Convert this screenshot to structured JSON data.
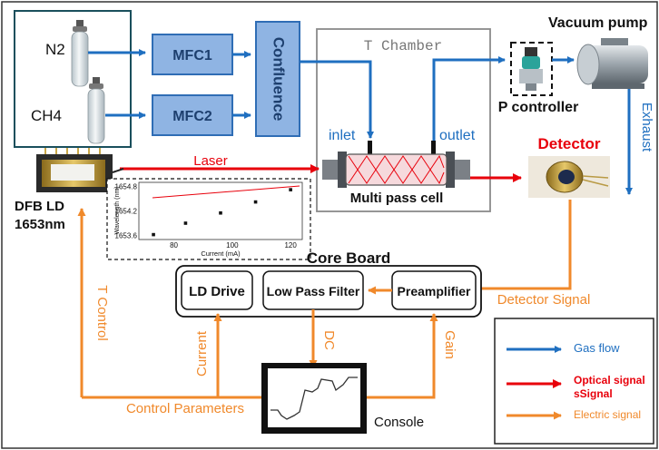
{
  "gases": {
    "n2": "N2",
    "ch4": "CH4"
  },
  "mfc1": "MFC1",
  "mfc2": "MFC2",
  "confluence": "Confluence",
  "chamber": {
    "title": "T Chamber",
    "inlet": "inlet",
    "outlet": "outlet",
    "cell": "Multi pass cell"
  },
  "pump": "Vacuum pump",
  "p_controller": "P controller",
  "exhaust": "Exhaust",
  "detector": "Detector",
  "laser": "Laser",
  "dfb": {
    "line1": "DFB LD",
    "line2": "1653nm"
  },
  "core_board": {
    "title": "Core Board",
    "ld_drive": "LD Drive",
    "lpf": "Low Pass Filter",
    "preamp": "Preamplifier"
  },
  "signals": {
    "detector_signal": "Detector Signal",
    "t_control": "T Control",
    "current": "Current",
    "dc": "DC",
    "gain": "Gain",
    "control_parameters": "Control Parameters"
  },
  "console": "Console",
  "legend": {
    "gas": "Gas flow",
    "optical_1": "Optical signal",
    "optical_2": "sSignal",
    "electric": "Electric signal"
  },
  "colors": {
    "gas": "#1f6fc0",
    "optical": "#e8000b",
    "electric": "#f0892b",
    "box_blue": "#2f6db5",
    "box_fill": "#8fb4e3"
  },
  "chart_data": {
    "type": "scatter",
    "x": [
      73,
      84,
      96,
      108,
      120
    ],
    "y": [
      1653.62,
      1653.9,
      1654.15,
      1654.42,
      1654.72
    ],
    "xlim": [
      68,
      124
    ],
    "ylim": [
      1653.5,
      1654.9
    ],
    "xticks": [
      "80",
      "100",
      "120"
    ],
    "yticks": [
      "1653.6",
      "1654.2",
      "1654.8"
    ],
    "xlabel": "Current (mA)",
    "ylabel": "Wavelength (nm)"
  }
}
